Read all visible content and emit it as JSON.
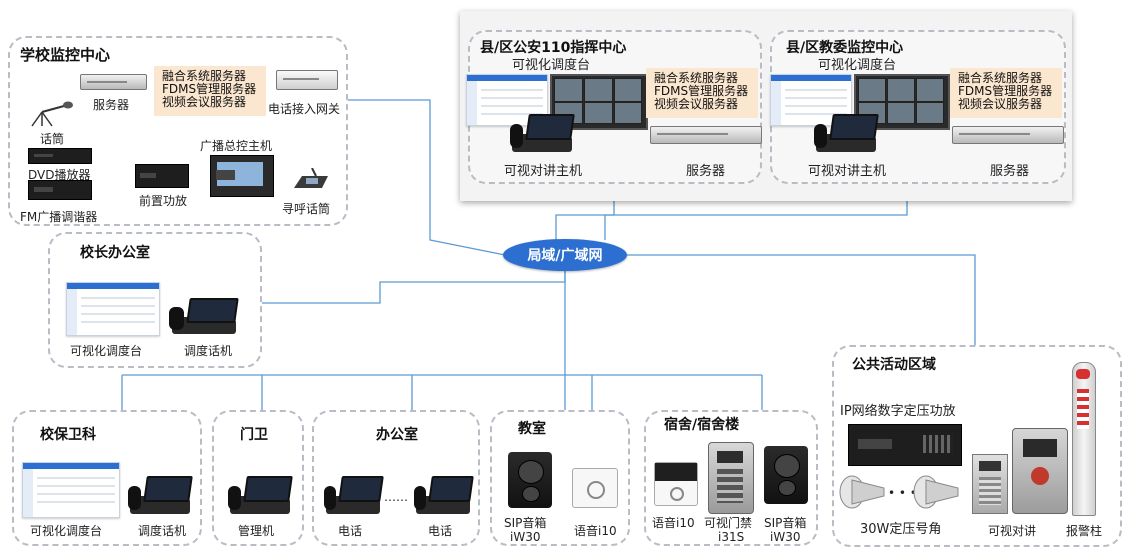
{
  "network_label": "局域/广域网",
  "zones": {
    "school_center": {
      "title": "学校监控中心",
      "server": "服务器",
      "services": [
        "融合系统服务器",
        "FDMS管理服务器",
        "视频会议服务器"
      ],
      "gateway": "电话接入网关",
      "mic": "话筒",
      "dvd": "DVD播放器",
      "fm": "FM广播调谐器",
      "preamp": "前置功放",
      "host": "广播总控主机",
      "paging_mic": "寻呼话筒"
    },
    "police": {
      "title": "县/区公安110指挥中心",
      "console": "可视化调度台",
      "services": [
        "融合系统服务器",
        "FDMS管理服务器",
        "视频会议服务器"
      ],
      "intercom": "可视对讲主机",
      "server": "服务器"
    },
    "education": {
      "title": "县/区教委监控中心",
      "console": "可视化调度台",
      "services": [
        "融合系统服务器",
        "FDMS管理服务器",
        "视频会议服务器"
      ],
      "intercom": "可视对讲主机",
      "server": "服务器"
    },
    "principal": {
      "title": "校长办公室",
      "console": "可视化调度台",
      "phone": "调度话机"
    },
    "security": {
      "title": "校保卫科",
      "console": "可视化调度台",
      "phone": "调度话机"
    },
    "gate": {
      "title": "门卫",
      "phone": "管理机"
    },
    "office": {
      "title": "办公室",
      "phone1": "电话",
      "dots": "……",
      "phone2": "电话"
    },
    "classroom": {
      "title": "教室",
      "speaker_line1": "SIP音箱",
      "speaker_line2": "iW30",
      "voice": "语音i10"
    },
    "dorm": {
      "title": "宿舍/宿舍楼",
      "voice": "语音i10",
      "door_line1": "可视门禁",
      "door_line2": "i31S",
      "speaker_line1": "SIP音箱",
      "speaker_line2": "iW30"
    },
    "public": {
      "title": "公共活动区域",
      "amp": "IP网络数字定压功放",
      "horn": "30W定压号角",
      "intercom": "可视对讲",
      "alarm": "报警柱"
    }
  },
  "colors": {
    "wire_blue": "#5b9bd5",
    "wire_orange": "#f0a838",
    "network_blue": "#2c6fd1",
    "note_bg": "#fbe6cf"
  }
}
